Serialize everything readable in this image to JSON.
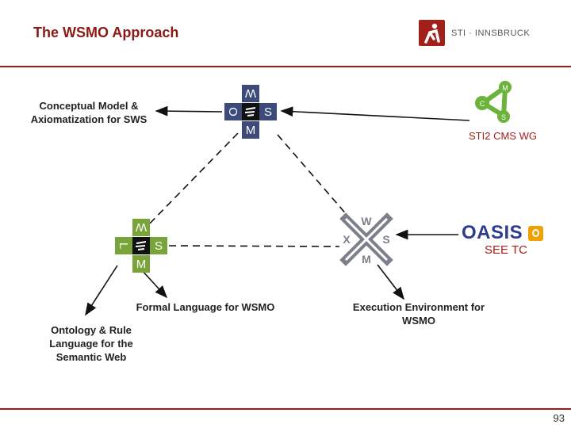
{
  "header": {
    "title": "The WSMO Approach",
    "logo_text": "STI · INNSBRUCK",
    "accent": "#9b1c18"
  },
  "labels": {
    "wsmo_desc_line1": "Conceptual Model &",
    "wsmo_desc_line2": "Axiomatization for SWS",
    "cms_wg": "STI2 CMS WG",
    "see_tc": "SEE TC",
    "wsml_desc": "Formal Language for WSMO",
    "wsmx_desc_line1": "Execution Environment for",
    "wsmx_desc_line2": "WSMO",
    "wsml_lang_line1": "Ontology & Rule",
    "wsml_lang_line2": "Language for the",
    "wsml_lang_line3": "Semantic Web"
  },
  "logos": {
    "wsmo": {
      "top": "W",
      "left": "O",
      "right": "S",
      "bottom": "M",
      "color": "#3c4a7c"
    },
    "wsml": {
      "top": "W",
      "left": "L",
      "right": "S",
      "bottom": "M",
      "color": "#78a43a"
    },
    "wsmx": {
      "top": "W",
      "left": "X",
      "right": "S",
      "bottom": "M",
      "color": "#7d7f8c"
    },
    "cms": {
      "node1": "M",
      "node2": "C",
      "node3": "S",
      "color": "#6bb33a"
    },
    "oasis": {
      "text": "OASIS",
      "color": "#2e3c8c",
      "badge_color": "#f0a000"
    }
  },
  "page_number": "93"
}
